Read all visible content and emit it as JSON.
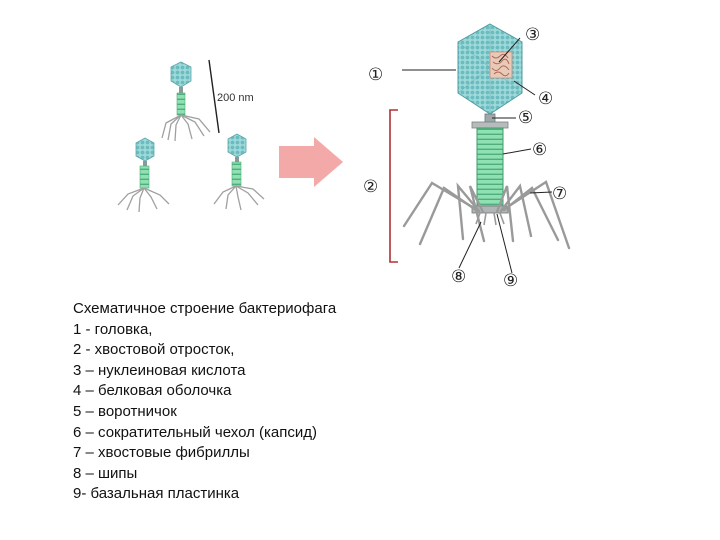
{
  "scale_label": "200 nm",
  "callouts": [
    "①",
    "②",
    "③",
    "④",
    "⑤",
    "⑥",
    "⑦",
    "⑧",
    "⑨"
  ],
  "caption": {
    "title": "Схематичное строение бактериофага",
    "items": [
      "1 - головка,",
      "2 - хвостовой отросток,",
      "3 – нуклеиновая кислота",
      "4 – белковая оболочка",
      "5 – воротничок",
      "6 – сократительный чехол (капсид)",
      "7 – хвостовые фибриллы",
      "8 – шипы",
      "9- базальная пластинка"
    ]
  },
  "colors": {
    "head": "#8fd0d2",
    "head_dark": "#5aa7ab",
    "sheath": "#7fd6a4",
    "sheath_dark": "#4eaf7a",
    "arrow": "#f4a9a9",
    "leader_line": "#222222",
    "fibers": "#9a9a9a",
    "bracket": "#b03030",
    "nucleic_acid": "#c98a7a"
  }
}
